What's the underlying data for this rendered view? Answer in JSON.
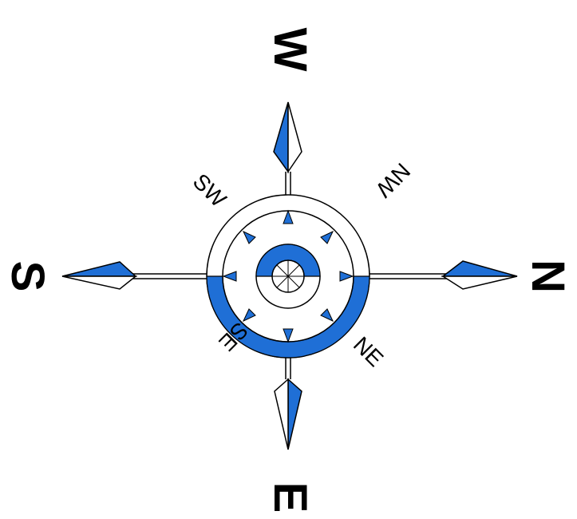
{
  "labels": {
    "north": "N",
    "south": "S",
    "east": "E",
    "west": "W",
    "northeast": "NE",
    "northwest": "NW",
    "southeast": "SE",
    "southwest": "SW"
  },
  "colors": {
    "accent": "#1F6FD6",
    "stroke": "#000000",
    "background": "#FFFFFF"
  },
  "icons": [
    "compass-rose-icon"
  ]
}
